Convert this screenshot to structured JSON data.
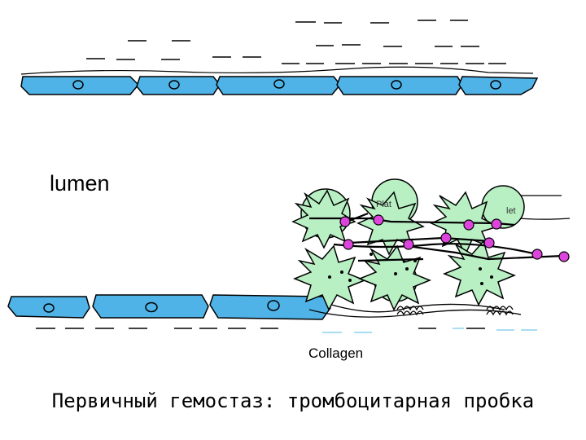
{
  "labels": {
    "lumen": "lumen",
    "collagen": "Collagen",
    "caption": "Первичный гемостаз: тромбоцитарная пробка"
  },
  "colors": {
    "endothelium": "#4fb3e8",
    "platelet": "#b8f0c4",
    "fibrin_node": "#dd44dd",
    "dash": "#000000"
  }
}
